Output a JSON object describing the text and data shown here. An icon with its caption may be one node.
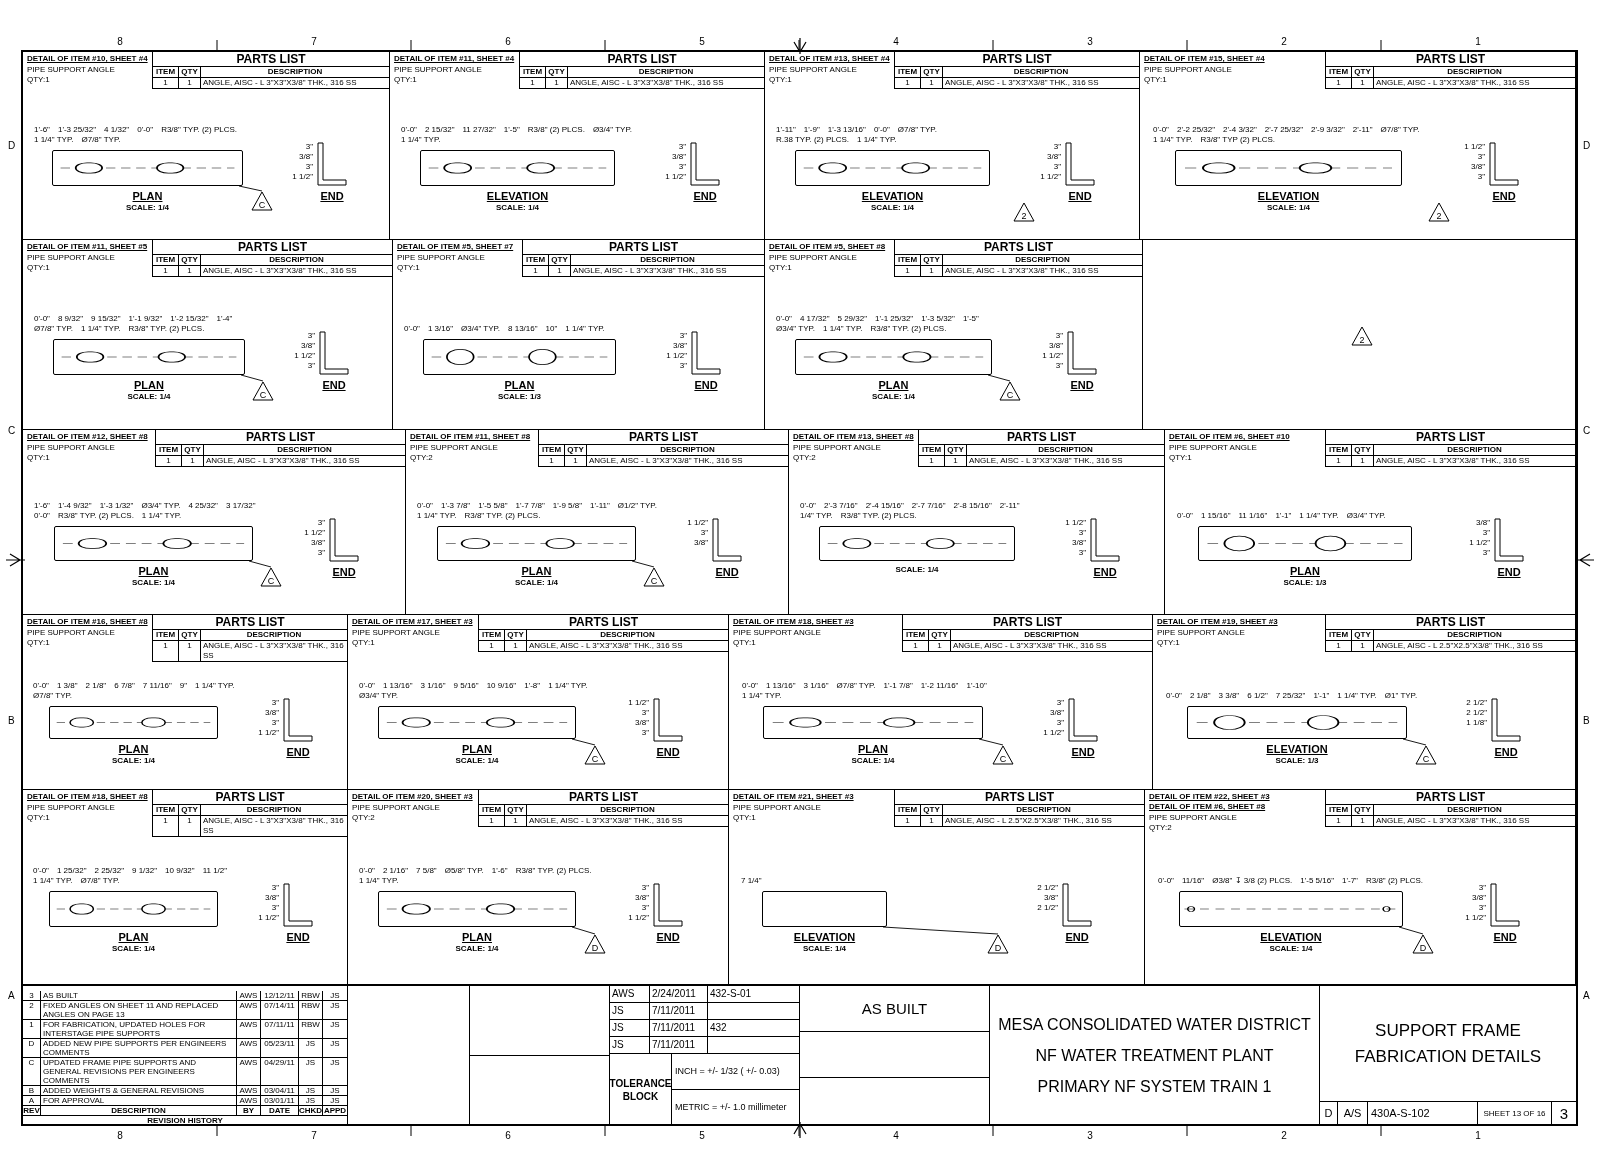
{
  "diagram": {
    "title": "SUPPORT FRAME FABRICATION DETAILS",
    "nodes": [
      {
        "text": [
          "DETAIL OF ITEM #10, SHEET #4",
          "PIPE SUPPORT ANGLE",
          "QTY:1"
        ]
      },
      {
        "text": [
          "PARTS LIST",
          "ITEM",
          "QTY",
          "DESCRIPTION",
          "1",
          "1",
          "ANGLE, AISC - L 3\"X3\"X3/8\" THK., 316 SS"
        ],
        "in": 0
      },
      {
        "text": [],
        "shape": "bar",
        "in": 0,
        "beside": [
          "PLAN",
          "SCALE: 1/4",
          "1'-6\"",
          "1'-3 25/32\"",
          "4 1/32\"",
          "0'-0\"",
          "R3/8\" TYP. (2) PLCS.",
          "1 1/4\" TYP.",
          "Ø7/8\" TYP."
        ]
      },
      {
        "text": [],
        "shape": "angle",
        "in": 0,
        "beside": [
          "END",
          "3\"",
          "3/8\"",
          "3\"",
          "1 1/2\""
        ]
      },
      {
        "text": [
          "C"
        ],
        "in": 0
      },
      {
        "text": [
          "DETAIL OF ITEM #11, SHEET #4",
          "PIPE SUPPORT ANGLE",
          "QTY:1"
        ]
      },
      {
        "text": [
          "PARTS LIST",
          "ITEM",
          "QTY",
          "DESCRIPTION",
          "1",
          "1",
          "ANGLE, AISC - L 3\"X3\"X3/8\" THK., 316 SS"
        ],
        "in": 5
      },
      {
        "text": [],
        "shape": "bar",
        "in": 5,
        "beside": [
          "ELEVATION",
          "SCALE: 1/4",
          "0'-0\"",
          "2 15/32\"",
          "11 27/32\"",
          "1'-5\"",
          "R3/8\" (2) PLCS.",
          "Ø3/4\" TYP.",
          "1 1/4\" TYP."
        ]
      },
      {
        "text": [],
        "shape": "angle",
        "in": 5,
        "beside": [
          "END",
          "3\"",
          "3/8\"",
          "3\"",
          "1 1/2\""
        ]
      },
      {
        "text": [
          "DETAIL OF ITEM #13, SHEET #4",
          "PIPE SUPPORT ANGLE",
          "QTY:1"
        ]
      },
      {
        "text": [
          "PARTS LIST",
          "ITEM",
          "QTY",
          "DESCRIPTION",
          "1",
          "1",
          "ANGLE, AISC - L 3\"X3\"X3/8\" THK., 316 SS"
        ],
        "in": 9
      },
      {
        "text": [],
        "shape": "bar",
        "in": 9,
        "beside": [
          "ELEVATION",
          "SCALE: 1/4",
          "1'-11\"",
          "1'-9\"",
          "1'-3 13/16\"",
          "0'-0\"",
          "Ø7/8\" TYP.",
          "R.38 TYP. (2) PLCS.",
          "1 1/4\" TYP."
        ]
      },
      {
        "text": [],
        "shape": "angle",
        "in": 9,
        "beside": [
          "END",
          "3\"",
          "3/8\"",
          "3\"",
          "1 1/2\""
        ]
      },
      {
        "text": [
          "2"
        ],
        "in": 9
      },
      {
        "text": [
          "DETAIL OF ITEM #15, SHEET #4",
          "PIPE SUPPORT ANGLE",
          "QTY:1"
        ]
      },
      {
        "text": [
          "PARTS LIST",
          "ITEM",
          "QTY",
          "DESCRIPTION",
          "1",
          "1",
          "ANGLE, AISC - L 3\"X3\"X3/8\" THK., 316 SS"
        ],
        "in": 14
      },
      {
        "text": [],
        "shape": "bar",
        "in": 14,
        "beside": [
          "ELEVATION",
          "SCALE: 1/4",
          "0'-0\"",
          "2'-2 25/32\"",
          "2'-4 3/32\"",
          "2'-7 25/32\"",
          "2'-9 3/32\"",
          "2'-11\"",
          "Ø7/8\" TYP.",
          "1 1/4\" TYP.",
          "R3/8\" TYP (2) PLCS."
        ]
      },
      {
        "text": [],
        "shape": "angle",
        "in": 14,
        "beside": [
          "END",
          "1 1/2\"",
          "3\"",
          "3/8\"",
          "3\""
        ]
      },
      {
        "text": [
          "2"
        ],
        "in": 14
      },
      {
        "text": [
          "DETAIL OF ITEM #11, SHEET #5",
          "PIPE SUPPORT ANGLE",
          "QTY:1"
        ]
      },
      {
        "text": [
          "PARTS LIST",
          "ITEM",
          "QTY",
          "DESCRIPTION",
          "1",
          "1",
          "ANGLE, AISC - L 3\"X3\"X3/8\" THK., 316 SS"
        ],
        "in": 19
      },
      {
        "text": [],
        "shape": "bar",
        "in": 19,
        "beside": [
          "PLAN",
          "SCALE: 1/4",
          "0'-0\"",
          "8 9/32\"",
          "9 15/32\"",
          "1'-1 9/32\"",
          "1'-2 15/32\"",
          "1'-4\"",
          "Ø7/8\" TYP.",
          "1 1/4\" TYP.",
          "R3/8\" TYP. (2) PLCS."
        ]
      },
      {
        "text": [],
        "shape": "angle",
        "in": 19,
        "beside": [
          "END",
          "3\"",
          "3/8\"",
          "1 1/2\"",
          "3\""
        ]
      },
      {
        "text": [
          "C"
        ],
        "in": 19
      },
      {
        "text": [
          "DETAIL OF ITEM #5, SHEET #7",
          "PIPE SUPPORT ANGLE",
          "QTY:1"
        ]
      },
      {
        "text": [
          "PARTS LIST",
          "ITEM",
          "QTY",
          "DESCRIPTION",
          "1",
          "1",
          "ANGLE, AISC - L 3\"X3\"X3/8\" THK., 316 SS"
        ],
        "in": 24
      },
      {
        "text": [],
        "shape": "bar",
        "in": 24,
        "beside": [
          "PLAN",
          "SCALE: 1/3",
          "0'-0\"",
          "1 3/16\"",
          "Ø3/4\" TYP.",
          "8 13/16\"",
          "10\"",
          "1 1/4\" TYP."
        ]
      },
      {
        "text": [],
        "shape": "angle",
        "in": 24,
        "beside": [
          "END",
          "3\"",
          "3/8\"",
          "1 1/2\"",
          "3\""
        ]
      },
      {
        "text": [
          "DETAIL OF ITEM #5, SHEET #8",
          "PIPE SUPPORT ANGLE",
          "QTY:1"
        ]
      },
      {
        "text": [
          "PARTS LIST",
          "ITEM",
          "QTY",
          "DESCRIPTION",
          "1",
          "1",
          "ANGLE, AISC - L 3\"X3\"X3/8\" THK., 316 SS"
        ],
        "in": 28
      },
      {
        "text": [],
        "shape": "bar",
        "in": 28,
        "beside": [
          "PLAN",
          "SCALE: 1/4",
          "0'-0\"",
          "4 17/32\"",
          "5 29/32\"",
          "1'-1 25/32\"",
          "1'-3 5/32\"",
          "1'-5\"",
          "Ø3/4\" TYP.",
          "1 1/4\" TYP.",
          "R3/8\" TYP. (2) PLCS."
        ]
      },
      {
        "text": [],
        "shape": "angle",
        "in": 28,
        "beside": [
          "END",
          "3\"",
          "3/8\"",
          "1 1/2\"",
          "3\""
        ]
      },
      {
        "text": [
          "C"
        ],
        "in": 28
      },
      {
        "text": [],
        "shape": "box"
      },
      {
        "text": [
          "2"
        ],
        "in": 33
      },
      {
        "text": [
          "DETAIL OF ITEM #12, SHEET #8",
          "PIPE SUPPORT ANGLE",
          "QTY:1"
        ]
      },
      {
        "text": [
          "PARTS LIST",
          "ITEM",
          "QTY",
          "DESCRIPTION",
          "1",
          "1",
          "ANGLE, AISC - L 3\"X3\"X3/8\" THK., 316 SS"
        ],
        "in": 35
      },
      {
        "text": [],
        "shape": "bar",
        "in": 35,
        "beside": [
          "PLAN",
          "SCALE: 1/4",
          "1'-6\"",
          "1'-4 9/32\"",
          "1'-3 1/32\"",
          "Ø3/4\" TYP.",
          "4 25/32\"",
          "3 17/32\"",
          "0'-0\"",
          "R3/8\" TYP. (2) PLCS.",
          "1 1/4\" TYP."
        ]
      },
      {
        "text": [],
        "shape": "angle",
        "in": 35,
        "beside": [
          "END",
          "3\"",
          "1 1/2\"",
          "3/8\"",
          "3\""
        ]
      },
      {
        "text": [
          "C"
        ],
        "in": 35
      },
      {
        "text": [
          "DETAIL OF ITEM #11, SHEET #8",
          "PIPE SUPPORT ANGLE",
          "QTY:2"
        ]
      },
      {
        "text": [
          "PARTS LIST",
          "ITEM",
          "QTY",
          "DESCRIPTION",
          "1",
          "1",
          "ANGLE, AISC - L 3\"X3\"X3/8\" THK., 316 SS"
        ],
        "in": 40
      },
      {
        "text": [],
        "shape": "bar",
        "in": 40,
        "beside": [
          "PLAN",
          "SCALE: 1/4",
          "0'-0\"",
          "1'-3 7/8\"",
          "1'-5 5/8\"",
          "1'-7 7/8\"",
          "1'-9 5/8\"",
          "1'-11\"",
          "Ø1/2\" TYP.",
          "1 1/4\" TYP.",
          "R3/8\" TYP. (2) PLCS."
        ]
      },
      {
        "text": [],
        "shape": "angle",
        "in": 40,
        "beside": [
          "END",
          "1 1/2\"",
          "3\"",
          "3/8\""
        ]
      },
      {
        "text": [
          "C"
        ],
        "in": 40
      },
      {
        "text": [
          "DETAIL OF ITEM #13, SHEET #8",
          "PIPE SUPPORT ANGLE",
          "QTY:2"
        ]
      },
      {
        "text": [
          "PARTS LIST",
          "ITEM",
          "QTY",
          "DESCRIPTION",
          "1",
          "1",
          "ANGLE, AISC - L 3\"X3\"X3/8\" THK., 316 SS"
        ],
        "in": 45
      },
      {
        "text": [],
        "shape": "bar",
        "in": 45,
        "beside": [
          "SCALE: 1/4",
          "0'-0\"",
          "2'-3 7/16\"",
          "2'-4 15/16\"",
          "2'-7 7/16\"",
          "2'-8 15/16\"",
          "2'-11\"",
          "1/4\" TYP.",
          "R3/8\" TYP. (2) PLCS."
        ]
      },
      {
        "text": [],
        "shape": "angle",
        "in": 45,
        "beside": [
          "END",
          "1 1/2\"",
          "3\"",
          "3/8\"",
          "3\""
        ]
      },
      {
        "text": [
          "DETAIL OF ITEM #6, SHEET #10",
          "PIPE SUPPORT ANGLE",
          "QTY:1"
        ]
      },
      {
        "text": [
          "PARTS LIST",
          "ITEM",
          "QTY",
          "DESCRIPTION",
          "1",
          "1",
          "ANGLE, AISC - L 3\"X3\"X3/8\" THK., 316 SS"
        ],
        "in": 49
      },
      {
        "text": [],
        "shape": "bar",
        "in": 49,
        "beside": [
          "PLAN",
          "SCALE: 1/3",
          "0'-0\"",
          "1 15/16\"",
          "11 1/16\"",
          "1'-1\"",
          "1 1/4\" TYP.",
          "Ø3/4\" TYP."
        ]
      },
      {
        "text": [],
        "shape": "angle",
        "in": 49,
        "beside": [
          "END",
          "3/8\"",
          "3\"",
          "1 1/2\"",
          "3\""
        ]
      },
      {
        "text": [
          "DETAIL OF ITEM #16, SHEET #8",
          "PIPE SUPPORT ANGLE",
          "QTY:1"
        ]
      },
      {
        "text": [
          "PARTS LIST",
          "ITEM",
          "QTY",
          "DESCRIPTION",
          "1",
          "1",
          "ANGLE, AISC - L 3\"X3\"X3/8\" THK., 316 SS"
        ],
        "in": 53
      },
      {
        "text": [],
        "shape": "bar",
        "in": 53,
        "beside": [
          "PLAN",
          "SCALE: 1/4",
          "0'-0\"",
          "1 3/8\"",
          "2 1/8\"",
          "6 7/8\"",
          "7 11/16\"",
          "9\"",
          "1 1/4\" TYP.",
          "Ø7/8\" TYP."
        ]
      },
      {
        "text": [],
        "shape": "angle",
        "in": 53,
        "beside": [
          "END",
          "3\"",
          "3/8\"",
          "3\"",
          "1 1/2\""
        ]
      },
      {
        "text": [
          "DETAIL OF ITEM #17, SHEET #3",
          "PIPE SUPPORT ANGLE",
          "QTY:1"
        ]
      },
      {
        "text": [
          "PARTS LIST",
          "ITEM",
          "QTY",
          "DESCRIPTION",
          "1",
          "1",
          "ANGLE, AISC - L 3\"X3\"X3/8\" THK., 316 SS"
        ],
        "in": 57
      },
      {
        "text": [],
        "shape": "bar",
        "in": 57,
        "beside": [
          "PLAN",
          "SCALE: 1/4",
          "0'-0\"",
          "1 13/16\"",
          "3 1/16\"",
          "9 5/16\"",
          "10 9/16\"",
          "1'-8\"",
          "1 1/4\" TYP.",
          "Ø3/4\" TYP."
        ]
      },
      {
        "text": [],
        "shape": "angle",
        "in": 57,
        "beside": [
          "END",
          "1 1/2\"",
          "3\"",
          "3/8\"",
          "3\""
        ]
      },
      {
        "text": [
          "C"
        ],
        "in": 57
      },
      {
        "text": [
          "DETAIL OF ITEM #18, SHEET #3",
          "PIPE SUPPORT ANGLE",
          "QTY:1"
        ]
      },
      {
        "text": [
          "PARTS LIST",
          "ITEM",
          "QTY",
          "DESCRIPTION",
          "1",
          "1",
          "ANGLE, AISC - L 3\"X3\"X3/8\" THK., 316 SS"
        ],
        "in": 62
      },
      {
        "text": [],
        "shape": "bar",
        "in": 62,
        "beside": [
          "PLAN",
          "SCALE: 1/4",
          "0'-0\"",
          "1 13/16\"",
          "3 1/16\"",
          "Ø7/8\" TYP.",
          "1'-1 7/8\"",
          "1'-2 11/16\"",
          "1'-10\"",
          "1 1/4\" TYP."
        ]
      },
      {
        "text": [],
        "shape": "angle",
        "in": 62,
        "beside": [
          "END",
          "3\"",
          "3/8\"",
          "3\"",
          "1 1/2\""
        ]
      },
      {
        "text": [
          "C"
        ],
        "in": 62
      },
      {
        "text": [
          "DETAIL OF ITEM #19, SHEET #3",
          "PIPE SUPPORT ANGLE",
          "QTY:1"
        ]
      },
      {
        "text": [
          "PARTS LIST",
          "ITEM",
          "QTY",
          "DESCRIPTION",
          "1",
          "1",
          "ANGLE, AISC - L 2.5\"X2.5\"X3/8\" THK., 316 SS"
        ],
        "in": 67
      },
      {
        "text": [],
        "shape": "bar",
        "in": 67,
        "beside": [
          "ELEVATION",
          "SCALE: 1/3",
          "0'-0\"",
          "2 1/8\"",
          "3 3/8\"",
          "6 1/2\"",
          "7 25/32\"",
          "1'-1\"",
          "1 1/4\" TYP.",
          "Ø1\" TYP."
        ]
      },
      {
        "text": [],
        "shape": "angle",
        "in": 67,
        "beside": [
          "END",
          "2 1/2\"",
          "2 1/2\"",
          "1 1/8\""
        ]
      },
      {
        "text": [
          "C"
        ],
        "in": 67
      },
      {
        "text": [
          "DETAIL OF ITEM #18, SHEET #8",
          "PIPE SUPPORT ANGLE",
          "QTY:1"
        ]
      },
      {
        "text": [
          "PARTS LIST",
          "ITEM",
          "QTY",
          "DESCRIPTION",
          "1",
          "1",
          "ANGLE, AISC - L 3\"X3\"X3/8\" THK., 316 SS"
        ],
        "in": 72
      },
      {
        "text": [],
        "shape": "bar",
        "in": 72,
        "beside": [
          "PLAN",
          "SCALE: 1/4",
          "0'-0\"",
          "1 25/32\"",
          "2 25/32\"",
          "9 1/32\"",
          "10 9/32\"",
          "11 1/2\"",
          "1 1/4\" TYP.",
          "Ø7/8\" TYP."
        ]
      },
      {
        "text": [],
        "shape": "angle",
        "in": 72,
        "beside": [
          "END",
          "3\"",
          "3/8\"",
          "3\"",
          "1 1/2\""
        ]
      },
      {
        "text": [
          "DETAIL OF ITEM #20, SHEET #3",
          "PIPE SUPPORT ANGLE",
          "QTY:2"
        ]
      },
      {
        "text": [
          "PARTS LIST",
          "ITEM",
          "QTY",
          "DESCRIPTION",
          "1",
          "1",
          "ANGLE, AISC - L 3\"X3\"X3/8\" THK., 316 SS"
        ],
        "in": 76
      },
      {
        "text": [],
        "shape": "bar",
        "in": 76,
        "beside": [
          "PLAN",
          "SCALE: 1/4",
          "0'-0\"",
          "2 1/16\"",
          "7 5/8\"",
          "Ø5/8\" TYP.",
          "1'-6\"",
          "R3/8\" TYP. (2) PLCS.",
          "1 1/4\" TYP."
        ]
      },
      {
        "text": [],
        "shape": "angle",
        "in": 76,
        "beside": [
          "END",
          "3\"",
          "3/8\"",
          "3\"",
          "1 1/2\""
        ]
      },
      {
        "text": [
          "D"
        ],
        "in": 76
      },
      {
        "text": [
          "DETAIL OF ITEM #21, SHEET #3",
          "PIPE SUPPORT ANGLE",
          "QTY:1"
        ]
      },
      {
        "text": [
          "PARTS LIST",
          "ITEM",
          "QTY",
          "DESCRIPTION",
          "1",
          "1",
          "ANGLE, AISC - L 2.5\"X2.5\"X3/8\" THK., 316 SS"
        ],
        "in": 81
      },
      {
        "text": [],
        "shape": "bar",
        "in": 81,
        "beside": [
          "ELEVATION",
          "SCALE: 1/4",
          "7 1/4\""
        ]
      },
      {
        "text": [],
        "shape": "angle",
        "in": 81,
        "beside": [
          "END",
          "2 1/2\"",
          "3/8\"",
          "2 1/2\""
        ]
      },
      {
        "text": [
          "D"
        ],
        "in": 81
      },
      {
        "text": [
          "DETAIL OF ITEM #22, SHEET #3",
          "DETAIL OF ITEM #6, SHEET #8",
          "PIPE SUPPORT ANGLE",
          "QTY:2"
        ]
      },
      {
        "text": [
          "PARTS LIST",
          "ITEM",
          "QTY",
          "DESCRIPTION",
          "1",
          "1",
          "ANGLE, AISC - L 3\"X3\"X3/8\" THK., 316 SS"
        ],
        "in": 86
      },
      {
        "text": [],
        "shape": "bar",
        "in": 86,
        "beside": [
          "ELEVATION",
          "SCALE: 1/4",
          "0'-0\"",
          "11/16\"",
          "Ø3/8\" ↧ 3/8 (2) PLCS.",
          "1'-5 5/16\"",
          "1'-7\"",
          "R3/8\" (2) PLCS."
        ]
      },
      {
        "text": [],
        "shape": "angle",
        "in": 86,
        "beside": [
          "END",
          "3\"",
          "3/8\"",
          "3\"",
          "1 1/2\""
        ]
      },
      {
        "text": [
          "D"
        ],
        "in": 86
      }
    ],
    "edges": [
      {
        "from": 4,
        "to": 2,
        "arrow": "none"
      },
      {
        "from": 23,
        "to": 21,
        "arrow": "none"
      },
      {
        "from": 32,
        "to": 30,
        "arrow": "none"
      },
      {
        "from": 39,
        "to": 37,
        "arrow": "none"
      },
      {
        "from": 44,
        "to": 42,
        "arrow": "none"
      },
      {
        "from": 61,
        "to": 59,
        "arrow": "none"
      },
      {
        "from": 66,
        "to": 64,
        "arrow": "none"
      },
      {
        "from": 71,
        "to": 69,
        "arrow": "none"
      },
      {
        "from": 80,
        "to": 78,
        "arrow": "none"
      },
      {
        "from": 85,
        "to": 83,
        "arrow": "none"
      },
      {
        "from": 90,
        "to": 88,
        "arrow": "none"
      }
    ],
    "labels": [
      "8",
      "7",
      "6",
      "5",
      "4",
      "3",
      "2",
      "1",
      "D",
      "D",
      "C",
      "C",
      "B",
      "B",
      "A",
      "A",
      "8",
      "7",
      "6",
      "5",
      "4",
      "3",
      "2",
      "1",
      "3",
      "AS BUILT",
      "AWS",
      "12/12/11",
      "RBW",
      "JS",
      "2",
      "FIXED ANGLES ON SHEET 11 AND REPLACED ANGLES ON PAGE 13",
      "AWS",
      "07/14/11",
      "RBW",
      "JS",
      "1",
      "FOR FABRICATION, UPDATED HOLES FOR INTERSTAGE PIPE SUPPORTS",
      "AWS",
      "07/11/11",
      "RBW",
      "JS",
      "D",
      "ADDED NEW PIPE SUPPORTS PER ENGINEERS COMMENTS",
      "AWS",
      "05/23/11",
      "JS",
      "JS",
      "C",
      "UPDATED FRAME PIPE SUPPORTS AND GENERAL REVISIONS PER ENGINEERS COMMENTS",
      "AWS",
      "04/29/11",
      "JS",
      "JS",
      "B",
      "ADDED WEIGHTS & GENERAL REVISIONS",
      "AWS",
      "03/04/11",
      "JS",
      "JS",
      "A",
      "FOR APPROVAL",
      "AWS",
      "03/01/11",
      "JS",
      "JS",
      "REV",
      "DESCRIPTION",
      "BY",
      "DATE",
      "CHKD",
      "APPD",
      "REVISION HISTORY",
      "AWS",
      "2/24/2011",
      "432-S-01",
      "JS",
      "7/11/2011",
      "JS",
      "7/11/2011",
      "432",
      "JS",
      "7/11/2011",
      "TOLERANCE BLOCK",
      "INCH = +/- 1/32 ( +/- 0.03)",
      "METRIC = +/- 1.0 millimeter",
      "AS BUILT",
      "MESA CONSOLIDATED WATER DISTRICT",
      "NF WATER TREATMENT PLANT",
      "PRIMARY NF SYSTEM TRAIN 1",
      "D",
      "A/S",
      "430A-S-102",
      "SHEET 13 OF 16",
      "3"
    ]
  }
}
